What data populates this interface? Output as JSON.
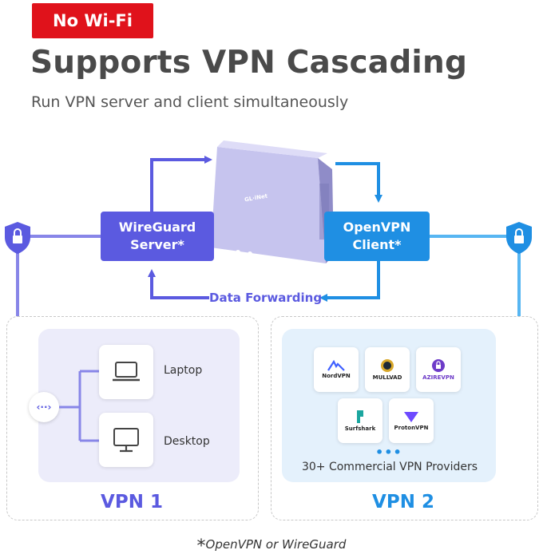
{
  "badge": "No Wi-Fi",
  "title": "Supports VPN Cascading",
  "subtitle": "Run VPN server and client simultaneously",
  "router": {
    "brand": "GL·iNet"
  },
  "left_pill": {
    "line1": "WireGuard",
    "line2": "Server*"
  },
  "right_pill": {
    "line1": "OpenVPN",
    "line2": "Client*"
  },
  "data_forwarding": "Data Forwarding",
  "vpn1": {
    "label": "VPN 1",
    "devices": [
      {
        "name": "Laptop",
        "icon": "laptop-icon"
      },
      {
        "name": "Desktop",
        "icon": "desktop-icon"
      }
    ]
  },
  "vpn2": {
    "label": "VPN 2",
    "providers": [
      "NordVPN",
      "MULLVAD",
      "AZIREVPN",
      "Surfshark",
      "ProtonVPN"
    ],
    "providers_note": "30+ Commercial VPN Providers",
    "dots": "•••"
  },
  "footnote": {
    "star": "*",
    "text": "OpenVPN or WireGuard"
  },
  "colors": {
    "wireguard": "#5b5ae0",
    "openvpn": "#1f8fe3",
    "badge": "#e0121b"
  }
}
